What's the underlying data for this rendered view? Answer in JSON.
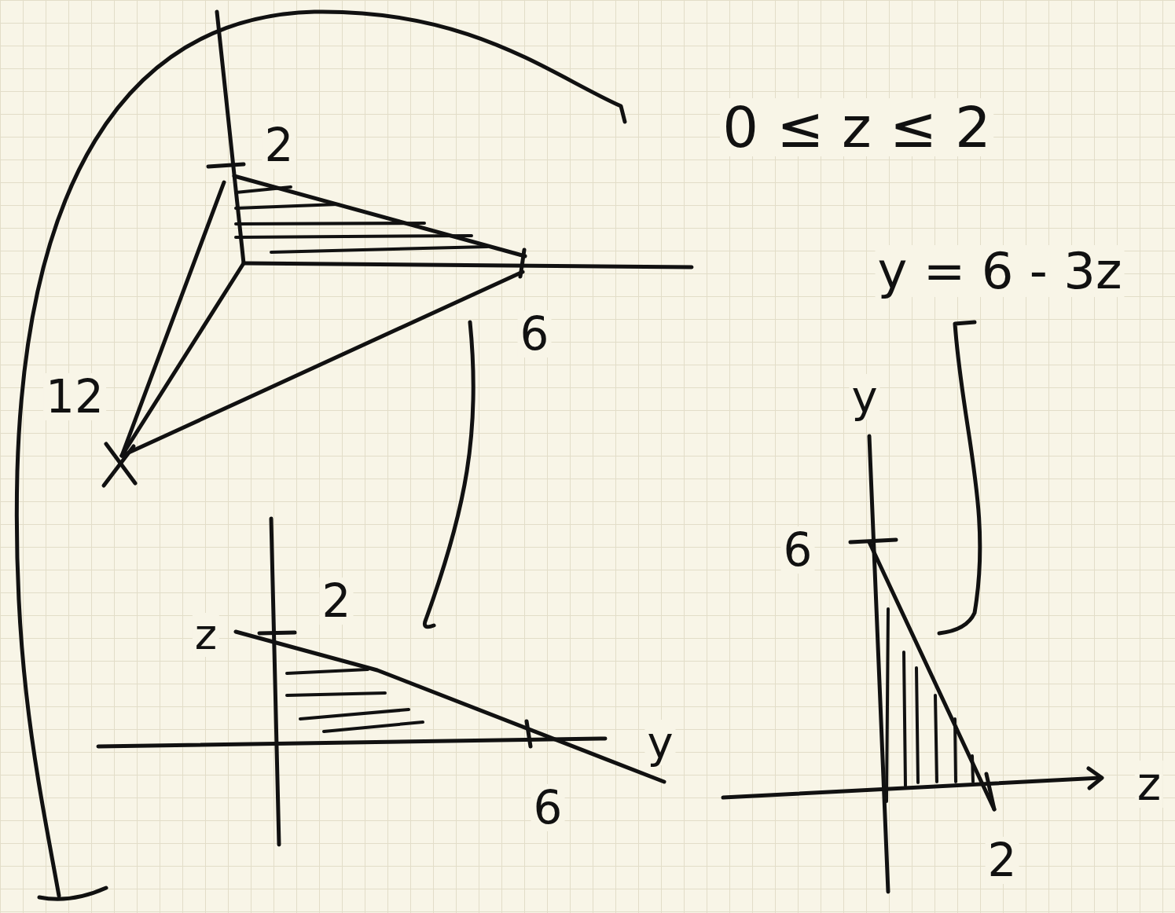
{
  "diagram": {
    "labels": [
      "2",
      "0 ≤ z ≤ 2",
      "y = 6 - 3z",
      "6",
      "12",
      "y",
      "6",
      "z",
      "2",
      "y",
      "6",
      "z",
      "2"
    ]
  }
}
